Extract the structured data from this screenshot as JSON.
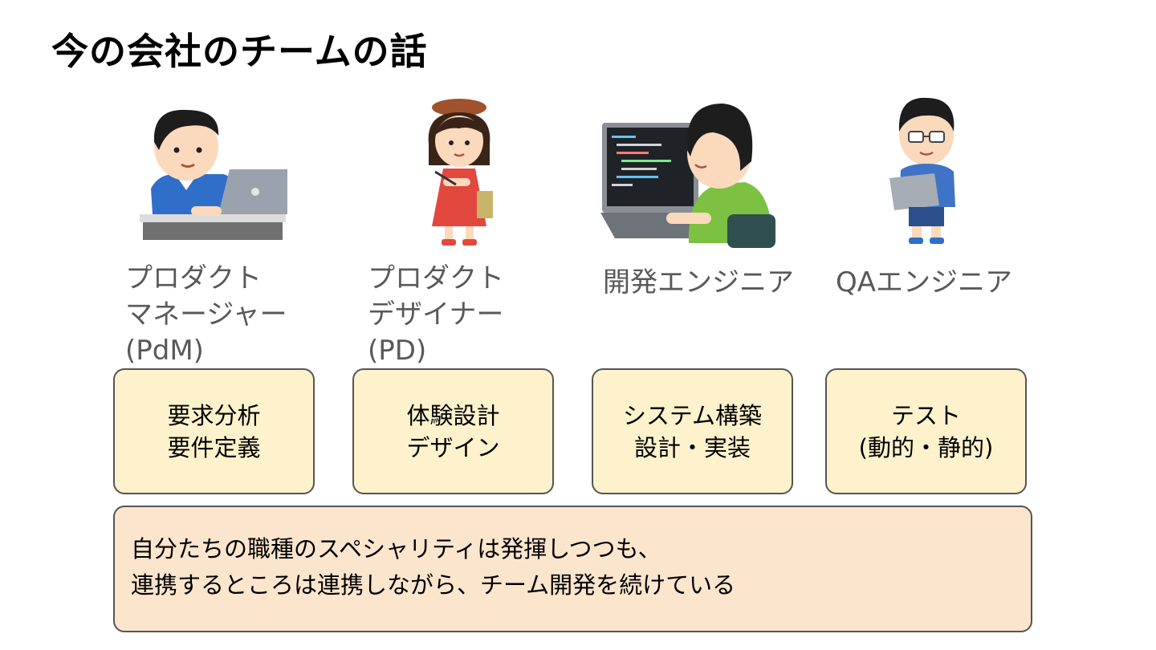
{
  "title": "今の会社のチームの話",
  "roles": [
    {
      "icon": "product-manager-laptop-illustration",
      "label_lines": [
        "プロダクト",
        "マネージャー",
        "(PdM)"
      ],
      "task_lines": [
        "要求分析",
        "要件定義"
      ]
    },
    {
      "icon": "product-designer-beret-illustration",
      "label_lines": [
        "プロダクト",
        "デザイナー",
        "(PD)"
      ],
      "task_lines": [
        "体験設計",
        "デザイン"
      ]
    },
    {
      "icon": "developer-coding-illustration",
      "label_lines": [
        "開発エンジニア"
      ],
      "task_lines": [
        "システム構築",
        "設計・実装"
      ]
    },
    {
      "icon": "qa-engineer-tablet-illustration",
      "label_lines": [
        "QAエンジニア"
      ],
      "task_lines": [
        "テスト",
        "(動的・静的)"
      ]
    }
  ],
  "summary_lines": [
    "自分たちの職種のスペシャリティは発揮しつつも、",
    "連携するところは連携しながら、チーム開発を続けている"
  ],
  "colors": {
    "task_box_bg": "#fef2cc",
    "summary_box_bg": "#fce5cd",
    "label_text": "#595959"
  }
}
